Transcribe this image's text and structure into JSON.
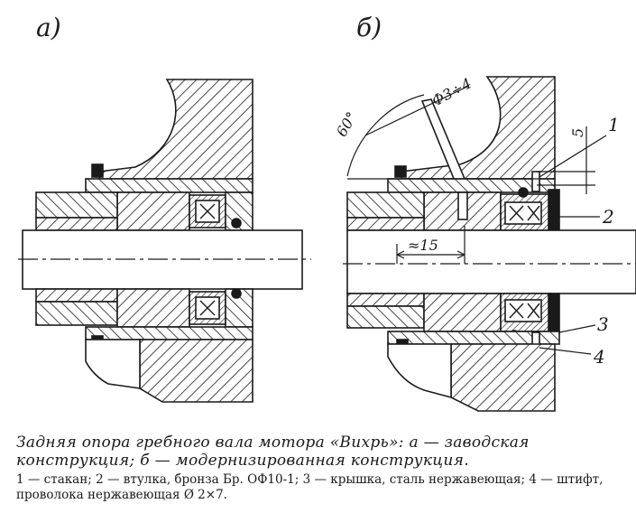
{
  "panels": {
    "a": "а)",
    "b": "б)"
  },
  "callouts": [
    "1",
    "2",
    "3",
    "4"
  ],
  "dimensions": {
    "angle": "60°",
    "hole": "Ф3÷4",
    "length": "≈15",
    "offset": "5"
  },
  "caption": {
    "title": "Задняя опора гребного вала мотора «Вихрь»: а — заводская конструкция; б — модернизированная конструкция.",
    "legend": "1 — стакан; 2 — втулка, бронза Бр. ОФ10-1; 3 — крышка, сталь нержавеющая; 4 — штифт, проволока нержавеющая Ø 2×7."
  }
}
